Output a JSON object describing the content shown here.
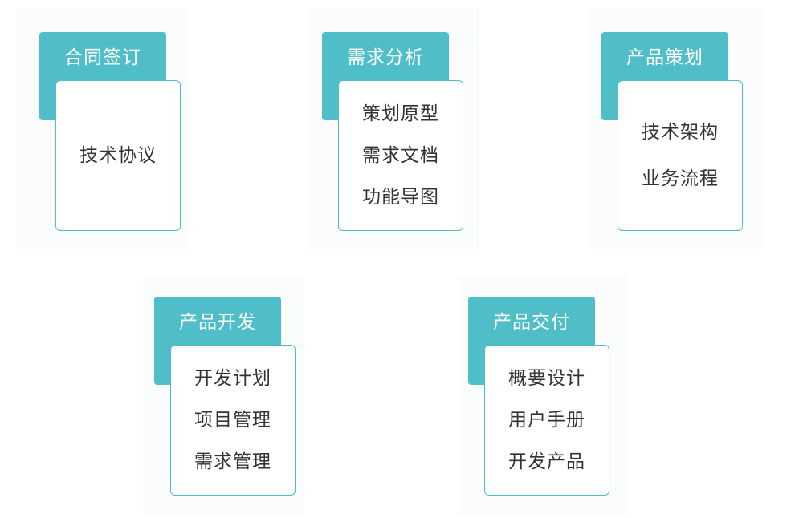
{
  "colors": {
    "accent": "#4fbec9",
    "text": "#333333",
    "background": "#ffffff"
  },
  "cards": [
    {
      "title": "合同签订",
      "items": [
        "技术协议"
      ]
    },
    {
      "title": "需求分析",
      "items": [
        "策划原型",
        "需求文档",
        "功能导图"
      ]
    },
    {
      "title": "产品策划",
      "items": [
        "技术架构",
        "业务流程"
      ]
    },
    {
      "title": "产品开发",
      "items": [
        "开发计划",
        "项目管理",
        "需求管理"
      ]
    },
    {
      "title": "产品交付",
      "items": [
        "概要设计",
        "用户手册",
        "开发产品"
      ]
    }
  ]
}
